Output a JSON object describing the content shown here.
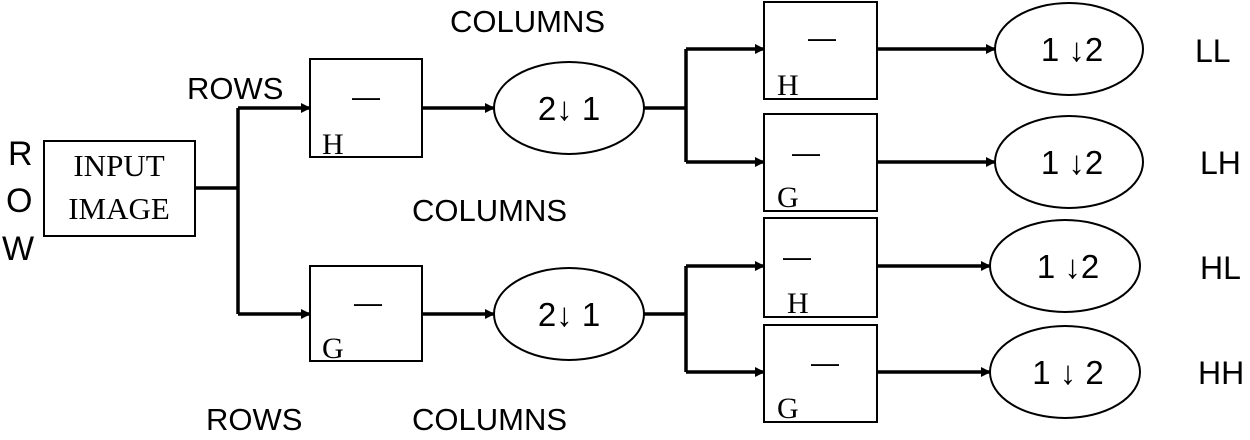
{
  "side_label": [
    "R",
    "O",
    "W"
  ],
  "input_box": [
    "INPUT",
    "IMAGE"
  ],
  "stage_labels": {
    "rows_top": "ROWS",
    "rows_bottom": "ROWS",
    "columns_top": "COLUMNS",
    "columns_middle": "COLUMNS",
    "columns_bottom": "COLUMNS"
  },
  "filters": {
    "row_upper": {
      "bar": "—",
      "letter": "H"
    },
    "row_lower": {
      "bar": "—",
      "letter": "G"
    },
    "col_1": {
      "bar": "—",
      "letter": "H"
    },
    "col_2": {
      "bar": "—",
      "letter": "G"
    },
    "col_3": {
      "bar": "—",
      "letter": "H"
    },
    "col_4": {
      "bar": "—",
      "letter": "G"
    }
  },
  "downsamplers": {
    "row_upper": "2↓  1",
    "row_lower": "2↓  1",
    "col_1": "1 ↓2",
    "col_2": "1 ↓2",
    "col_3": "1 ↓2",
    "col_4": "1 ↓ 2"
  },
  "outputs": [
    "LL",
    "LH",
    "HL",
    "HH"
  ]
}
